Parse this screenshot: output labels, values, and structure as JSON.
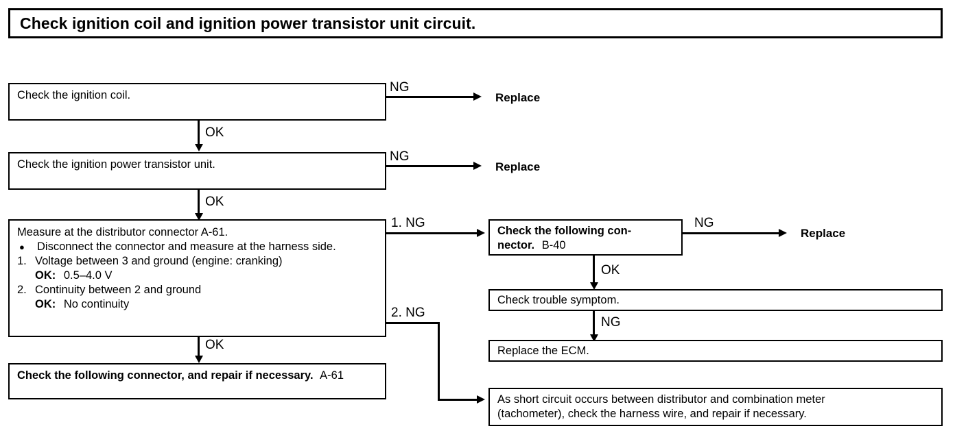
{
  "title": {
    "text": "Check ignition coil and ignition power transistor unit circuit."
  },
  "boxes": {
    "check_coil": {
      "text": "Check the ignition coil."
    },
    "check_transistor": {
      "text": "Check the ignition power transistor unit."
    },
    "measure": {
      "heading": "Measure at the distributor connector A-61.",
      "bullet": "Disconnect the connector and measure at the harness side.",
      "bullet_marker": "●",
      "item1_marker": "1.",
      "item1": "Voltage between 3 and ground (engine: cranking)",
      "item1_ok_label": "OK:",
      "item1_ok_value": "0.5–4.0  V",
      "item2_marker": "2.",
      "item2": "Continuity between 2 and ground",
      "item2_ok_label": "OK:",
      "item2_ok_value": "No continuity"
    },
    "connector_a61": {
      "bold_text": "Check the following connector, and repair if necessary.",
      "code": "A-61"
    },
    "connector_b40": {
      "bold_text": "Check the following con-nector.",
      "bold_line1": "Check  the  following  con-",
      "bold_line2": "nector.",
      "code": "B-40"
    },
    "trouble_symptom": {
      "text": "Check trouble symptom."
    },
    "replace_ecm": {
      "text": "Replace the ECM."
    },
    "short_circuit": {
      "line1": "As short circuit occurs between distributor and combination meter",
      "line2": "(tachometer), check the harness wire, and repair if necessary."
    }
  },
  "terminals": {
    "replace_coil": "Replace",
    "replace_transistor": "Replace",
    "replace_connector": "Replace"
  },
  "edges": {
    "coil_ng": "NG",
    "coil_ok": "OK",
    "transistor_ng": "NG",
    "transistor_ok": "OK",
    "measure_ng1": "1. NG",
    "measure_ng2": "2. NG",
    "measure_ok": "OK",
    "b40_ng": "NG",
    "b40_ok": "OK",
    "symptom_ng": "NG"
  },
  "colors": {
    "ink": "#000000",
    "paper": "#ffffff"
  }
}
